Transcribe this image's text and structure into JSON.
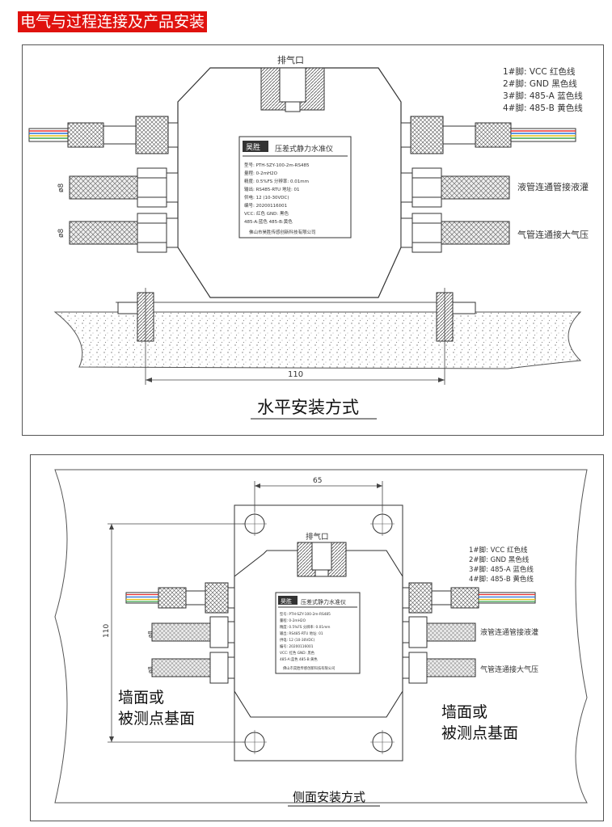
{
  "header": {
    "title": "电气与过程连接及产品安装"
  },
  "common": {
    "vent_label": "排气口",
    "pins": [
      "1#脚: VCC   红色线",
      "2#脚: GND   黑色线",
      "3#脚: 485-A  蓝色线",
      "4#脚: 485-B  黄色线"
    ],
    "liquid_tube_label": "液管连通管接液灌",
    "gas_tube_label": "气管连通接大气压",
    "tube_diameter": "ø8"
  },
  "nameplate": {
    "brand": "昊胜",
    "product_name": "压差式静力水准仪",
    "lines": [
      "型号: PTH-SZY-100-2m-RS485",
      "量程: 0-2mH2O",
      "精度: 0.5%FS      分辨率: 0.01mm",
      "输出: RS485-RTU    地址: 01",
      "供电: 12 (10-30VDC)",
      "编号: 20200116001",
      "VCC: 红色        GND: 黑色",
      "485-A:蓝色       485-B:黄色"
    ],
    "company": "佛山市昊胜传感创新科技有限公司"
  },
  "horizontal": {
    "dimension": "110",
    "caption": "水平安装方式"
  },
  "side": {
    "dimension_width": "65",
    "dimension_height": "110",
    "wall_label_left_line1": "墙面或",
    "wall_label_left_line2": "被测点基面",
    "wall_label_right_line1": "墙面或",
    "wall_label_right_line2": "被测点基面",
    "caption": "侧面安装方式"
  },
  "colors": {
    "title_bg": "#e0120e",
    "wire_red": "#e53030",
    "wire_black": "#222222",
    "wire_blue": "#2a72d8",
    "wire_yellow": "#e6c21a",
    "wire_green": "#3fa64a"
  }
}
